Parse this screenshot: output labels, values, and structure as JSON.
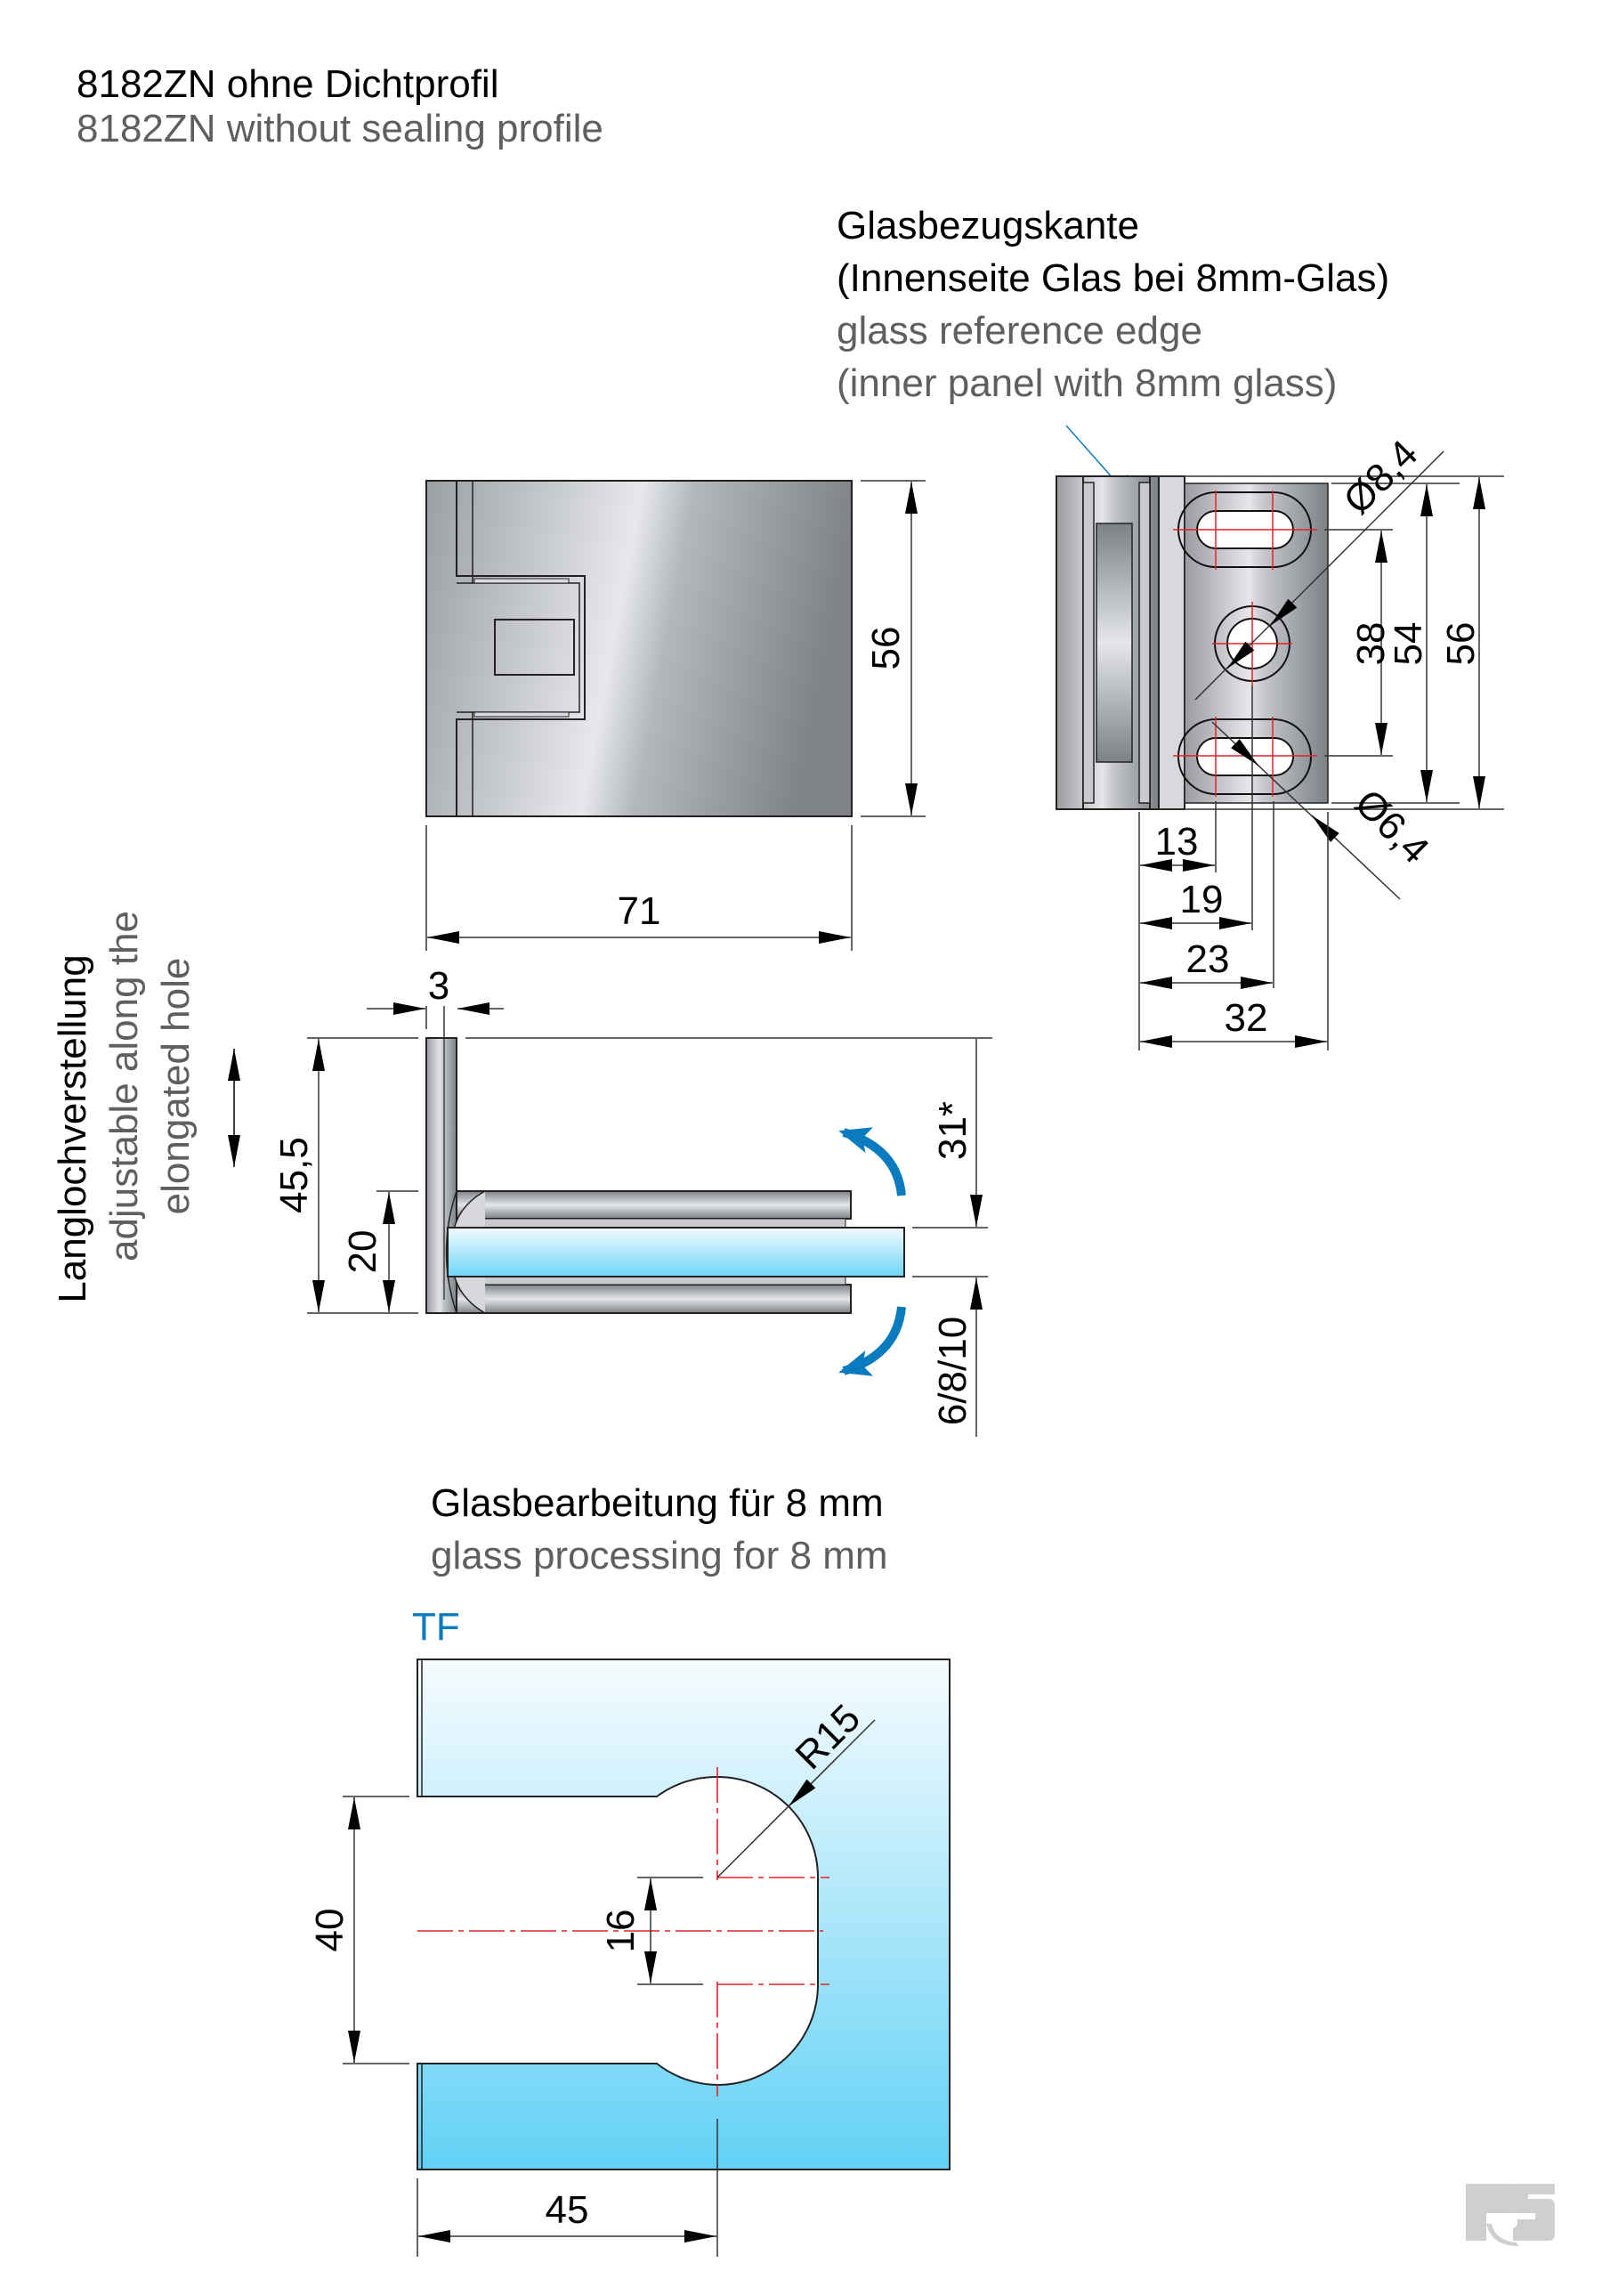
{
  "title": {
    "de": "8182ZN ohne Dichtprofil",
    "en": "8182ZN without sealing profile"
  },
  "reference_note": {
    "de_line1": "Glasbezugskante",
    "de_line2": "(Innenseite Glas bei 8mm-Glas)",
    "en_line1": "glass reference edge",
    "en_line2": "(inner panel with 8mm glass)"
  },
  "front_view": {
    "width_dim": "71",
    "height_dim": "56"
  },
  "plate_view": {
    "dim_38": "38",
    "dim_54": "54",
    "dim_56": "56",
    "dim_13": "13",
    "dim_19": "19",
    "dim_23": "23",
    "dim_32": "32",
    "dia_large": "Ø8,4",
    "dia_small": "Ø6,4"
  },
  "side_view": {
    "adjust_de": "Langlochverstellung",
    "adjust_en_line1": "adjustable along the",
    "adjust_en_line2": "elongated hole",
    "dim_3": "3",
    "dim_45_5": "45,5",
    "dim_20": "20",
    "dim_31": "31*",
    "dim_glass": "6/8/10"
  },
  "glass_processing": {
    "de": "Glasbearbeitung für 8 mm",
    "en": "glass processing for 8 mm",
    "label": "TF",
    "dim_40": "40",
    "dim_16": "16",
    "dim_45": "45",
    "radius": "R15"
  },
  "logo": {
    "text": "RS"
  },
  "colors": {
    "accent_blue": "#0a7bbf",
    "centerline_red": "#e8202a",
    "english_gray": "#5f5f5f",
    "logo_gray": "#cfcfcf"
  }
}
